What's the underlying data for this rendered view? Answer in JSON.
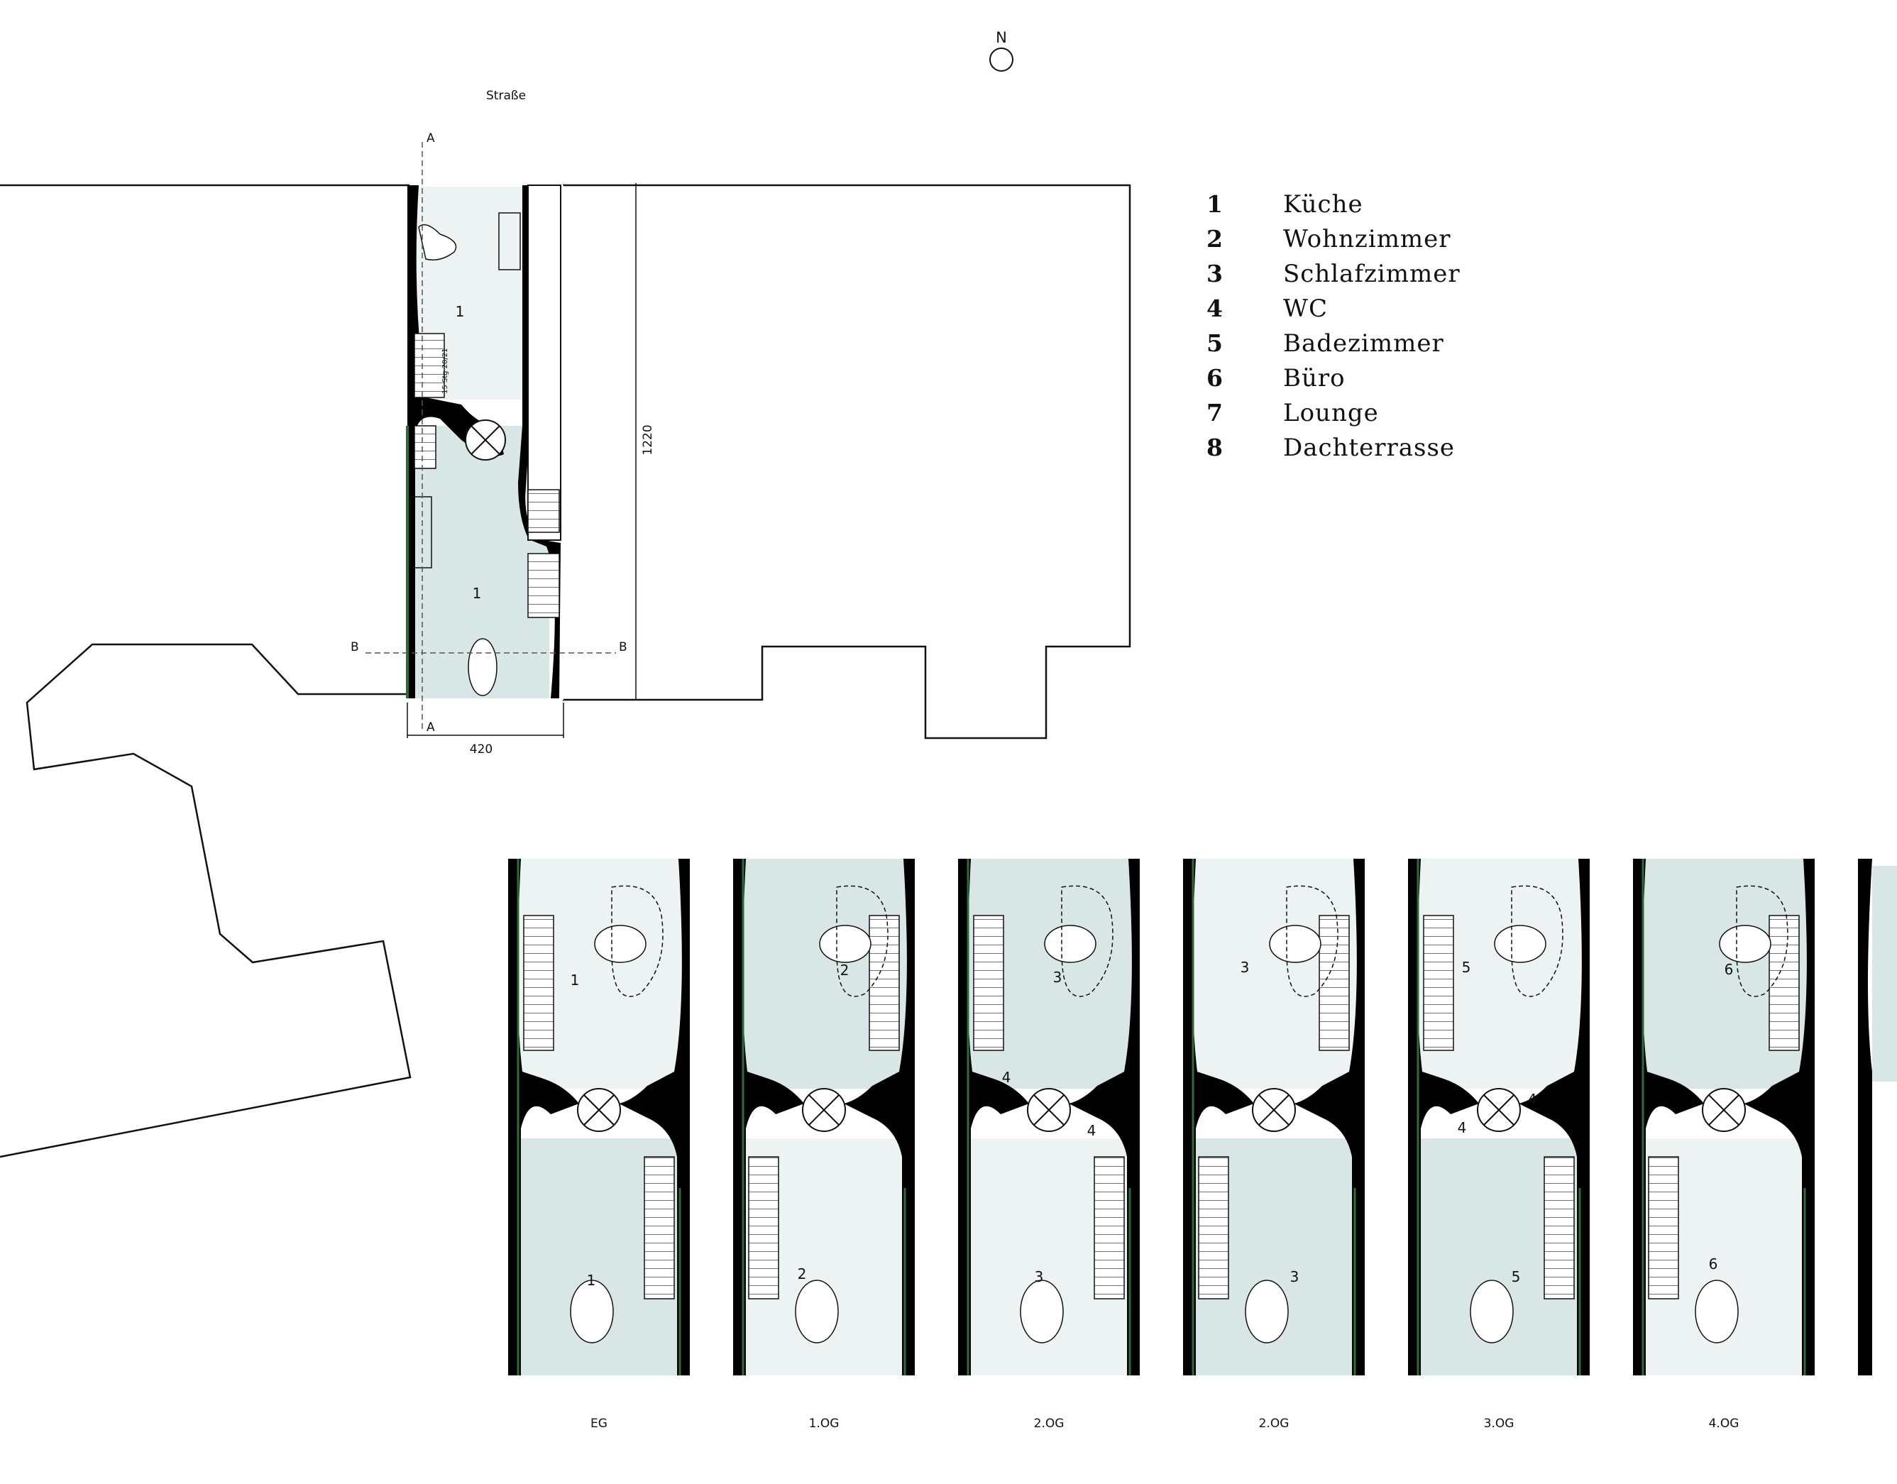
{
  "north_label": "N",
  "street_label": "Straße",
  "section_a_label": "A",
  "section_b_label": "B",
  "dim_depth": "1220",
  "dim_width": "420",
  "stair_note": "15 Stg 20/21",
  "site_room_number": "1",
  "legend": [
    {
      "num": "1",
      "text": "Küche"
    },
    {
      "num": "2",
      "text": "Wohnzimmer"
    },
    {
      "num": "3",
      "text": "Schlafzimmer"
    },
    {
      "num": "4",
      "text": "WC"
    },
    {
      "num": "5",
      "text": "Badezimmer"
    },
    {
      "num": "6",
      "text": "Büro"
    },
    {
      "num": "7",
      "text": "Lounge"
    },
    {
      "num": "8",
      "text": "Dachterrasse"
    }
  ],
  "floor_labels": [
    "EG",
    "1.OG",
    "2.OG",
    "2.OG",
    "3.OG",
    "4.OG"
  ],
  "floor_rooms": {
    "eg": [
      "1",
      "1"
    ],
    "og1": [
      "2",
      "2"
    ],
    "og2a": [
      "3",
      "3",
      "4",
      "4"
    ],
    "og2b": [
      "3",
      "3"
    ],
    "og3": [
      "5",
      "5",
      "4",
      "4"
    ],
    "og4": [
      "6",
      "6"
    ]
  },
  "colors": {
    "wall": "#000000",
    "room_fill": "#d9e6e6",
    "room_fill_light": "#edf3f3",
    "facade": "#2e6b3a"
  }
}
